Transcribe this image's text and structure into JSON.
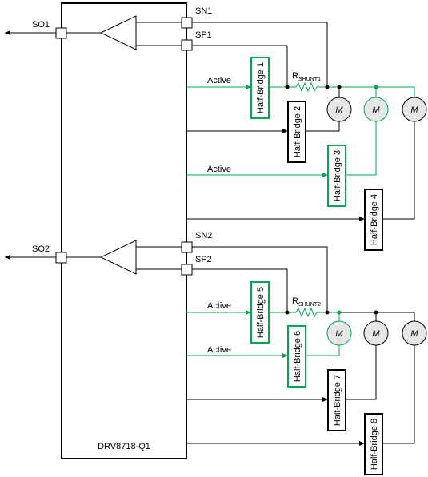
{
  "colors": {
    "black": "#000000",
    "green": "#00a651",
    "motor_fill": "#e6e6e6"
  },
  "device": {
    "name": "DRV8718-Q1"
  },
  "outputs": {
    "so1": "SO1",
    "so2": "SO2"
  },
  "pins": {
    "sn1": "SN1",
    "sp1": "SP1",
    "sn2": "SN2",
    "sp2": "SP2"
  },
  "signals": {
    "active": "Active"
  },
  "shunts": {
    "r1": {
      "main": "R",
      "sub": "SHUNT1"
    },
    "r2": {
      "main": "R",
      "sub": "SHUNT2"
    }
  },
  "half_bridges": [
    {
      "label": "Half-Bridge 1",
      "active": true
    },
    {
      "label": "Half-Bridge 2",
      "active": false
    },
    {
      "label": "Half-Bridge 3",
      "active": true
    },
    {
      "label": "Half-Bridge 4",
      "active": false
    },
    {
      "label": "Half-Bridge 5",
      "active": true
    },
    {
      "label": "Half-Bridge 6",
      "active": true
    },
    {
      "label": "Half-Bridge 7",
      "active": false
    },
    {
      "label": "Half-Bridge 8",
      "active": false
    }
  ],
  "motors": [
    {
      "label": "M",
      "active": false
    },
    {
      "label": "M",
      "active": true
    },
    {
      "label": "M",
      "active": false
    },
    {
      "label": "M",
      "active": true
    },
    {
      "label": "M",
      "active": false
    },
    {
      "label": "M",
      "active": false
    }
  ]
}
